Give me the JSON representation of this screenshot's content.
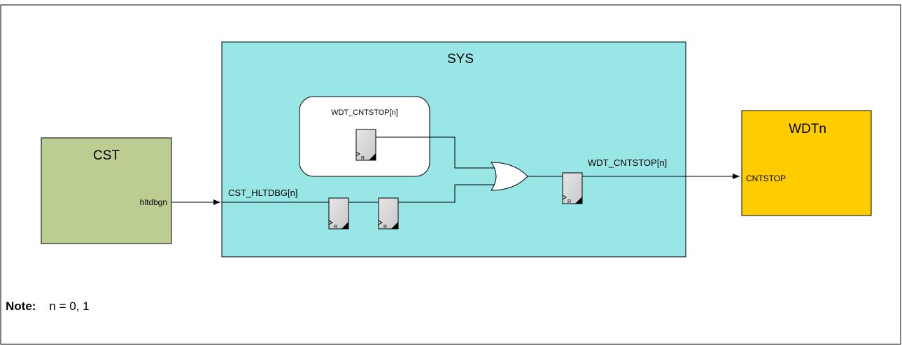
{
  "blocks": {
    "cst": {
      "title": "CST",
      "port": "hltdbgn",
      "color": "#bccd92"
    },
    "sys": {
      "title": "SYS",
      "color": "#99e6e6"
    },
    "wdt": {
      "title": "WDTn",
      "port": "CNTSTOP",
      "color": "#ffcc00"
    }
  },
  "register_box": {
    "label": "WDT_CNTSTOP[n]"
  },
  "signals": {
    "input": "CST_HLTDBG[n]",
    "output": "WDT_CNTSTOP[n]"
  },
  "flipflop": {
    "reset_label": "R",
    "color": "#dcdcdc"
  },
  "note": {
    "label": "Note:",
    "text": "n = 0, 1"
  }
}
